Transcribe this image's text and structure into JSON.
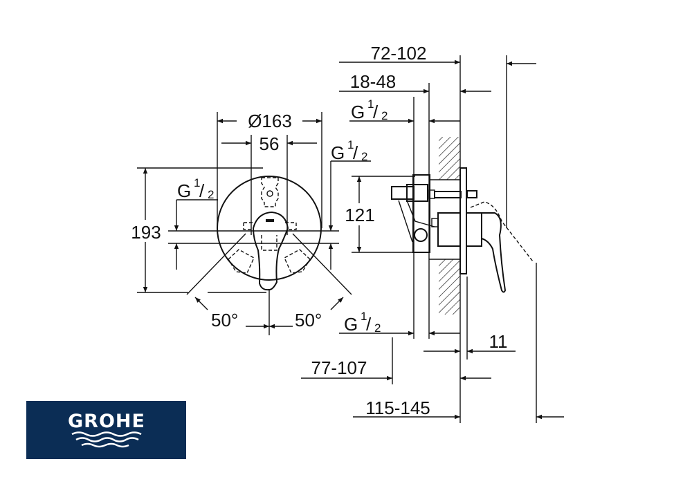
{
  "front_view": {
    "diameter": "Ø163",
    "width_56": "56",
    "height_193": "193",
    "angle_left": "50°",
    "angle_right": "50°",
    "thread_left": {
      "main": "G",
      "num": "1",
      "slash": "/",
      "den": "2"
    },
    "thread_right": {
      "main": "G",
      "num": "1",
      "slash": "/",
      "den": "2"
    }
  },
  "side_view": {
    "dim_72_102": "72-102",
    "dim_18_48": "18-48",
    "dim_121": "121",
    "dim_11": "11",
    "dim_77_107": "77-107",
    "dim_115_145": "115-145",
    "thread_top": {
      "main": "G",
      "num": "1",
      "slash": "/",
      "den": "2"
    },
    "thread_bottom": {
      "main": "G",
      "num": "1",
      "slash": "/",
      "den": "2"
    }
  },
  "logo": {
    "text": "GROHE",
    "background": "#0b2d55"
  }
}
